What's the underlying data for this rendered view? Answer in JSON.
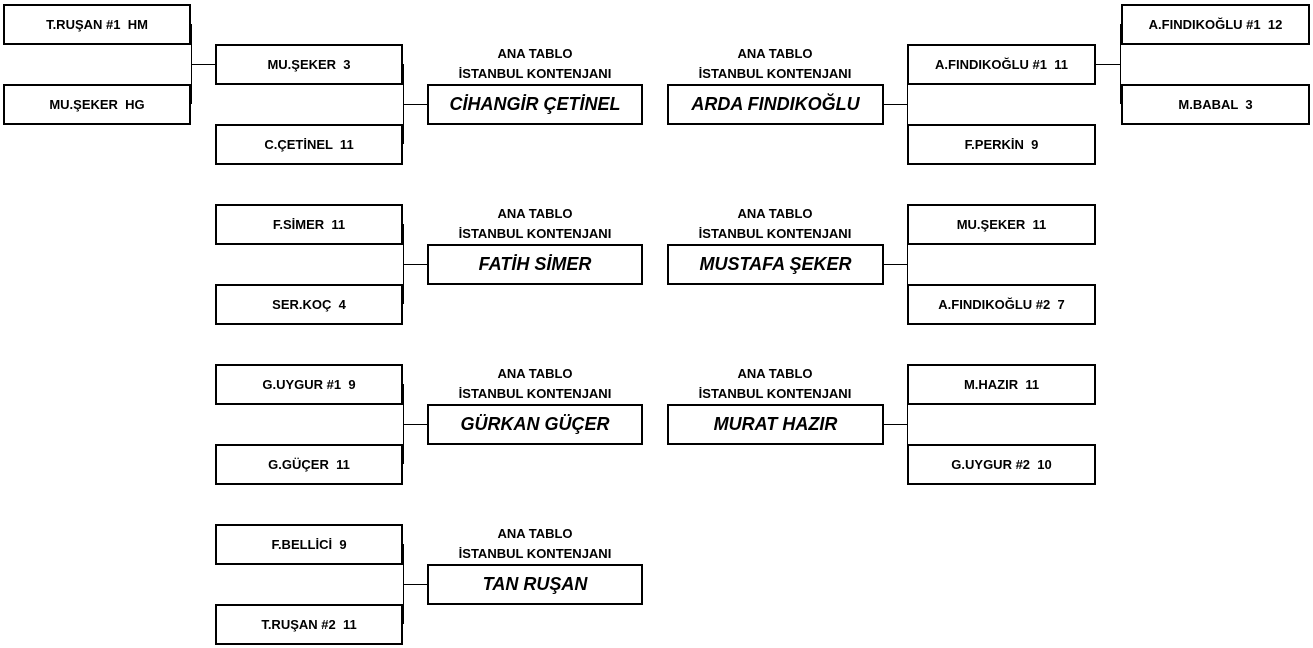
{
  "header": {
    "line1": "ANA TABLO",
    "line2": "İSTANBUL KONTENJANI"
  },
  "left_outer": {
    "top": "T.RUŞAN #1  HM",
    "bottom": "MU.ŞEKER  HG"
  },
  "right_outer": {
    "top": "A.FINDIKOĞLU #1  12",
    "bottom": "M.BABAL  3"
  },
  "left_brackets": [
    {
      "top": "MU.ŞEKER  3",
      "bottom": "C.ÇETİNEL  11",
      "winner": "CİHANGİR ÇETİNEL"
    },
    {
      "top": "F.SİMER  11",
      "bottom": "SER.KOÇ  4",
      "winner": "FATİH SİMER"
    },
    {
      "top": "G.UYGUR #1  9",
      "bottom": "G.GÜÇER  11",
      "winner": "GÜRKAN GÜÇER"
    },
    {
      "top": "F.BELLİCİ  9",
      "bottom": "T.RUŞAN #2  11",
      "winner": "TAN RUŞAN"
    }
  ],
  "right_brackets": [
    {
      "top": "A.FINDIKOĞLU #1  11",
      "bottom": "F.PERKİN  9",
      "winner": "ARDA FINDIKOĞLU"
    },
    {
      "top": "MU.ŞEKER  11",
      "bottom": "A.FINDIKOĞLU #2  7",
      "winner": "MUSTAFA ŞEKER"
    },
    {
      "top": "M.HAZIR  11",
      "bottom": "G.UYGUR #2  10",
      "winner": "MURAT HAZIR"
    }
  ]
}
